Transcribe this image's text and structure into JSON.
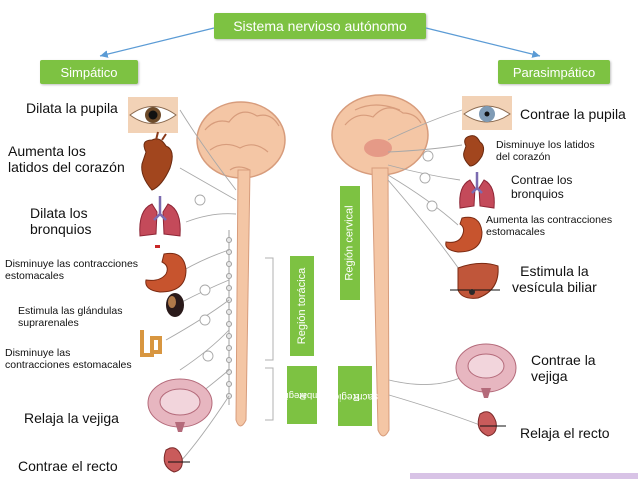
{
  "title": "Sistema nervioso autónomo",
  "left": {
    "heading": "Simpático",
    "labels": {
      "pupil": "Dilata la pupila",
      "heart_1": "Aumenta los",
      "heart_2": "latidos del corazón",
      "bronchi_1": "Dilata los",
      "bronchi_2": "bronquios",
      "stomach_1": "Disminuye las contracciones",
      "stomach_2": "estomacales",
      "adrenal_1": "Estimula las glándulas",
      "adrenal_2": "suprarenales",
      "intestine_1": "Disminuye las",
      "intestine_2": "contracciones estomacales",
      "bladder": "Relaja la vejiga",
      "rectum": "Contrae el recto"
    }
  },
  "right": {
    "heading": "Parasimpático",
    "labels": {
      "pupil": "Contrae la pupila",
      "heart_1": "Disminuye los latidos",
      "heart_2": "del corazón",
      "bronchi_1": "Contrae  los",
      "bronchi_2": "bronquios",
      "stomach_1": "Aumenta las contracciones",
      "stomach_2": "estomacales",
      "gallbladder_1": "Estimula la",
      "gallbladder_2": "vesícula biliar",
      "bladder_1": "Contrae la",
      "bladder_2": "vejiga",
      "rectum": "Relaja el recto"
    }
  },
  "regions": {
    "cervical": "Región cervical",
    "thoracic": "Región torácica",
    "lumbar_1": "Región",
    "lumbar_2": "lumbar",
    "sacral_1": "Región",
    "sacral_2": "sacra"
  },
  "colors": {
    "accent_green": "#7dc242",
    "arrow": "#5b9bd5",
    "nerve": "#f2c9a8",
    "nerve_line": "#9c9c9c"
  }
}
